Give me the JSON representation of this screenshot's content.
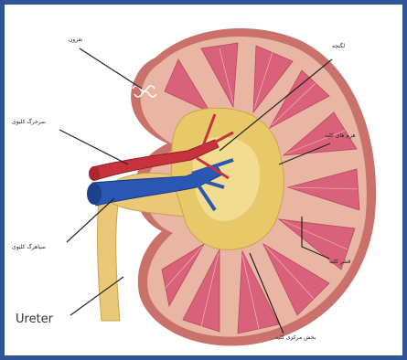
{
  "labels": {
    "nephron": "نفرون",
    "pelvis": "لگنچه",
    "renal_artery": "سرخرگ کلیوی",
    "pyramids": "هرم های کلیه",
    "renal_vein": "سیاهرگ کلیوی",
    "cortex": "قشر کلیه",
    "ureter": "Ureter",
    "medulla": "بخش مرکزی کلیه"
  },
  "colors": {
    "frame": "#2f5597",
    "cortex": "#e9b6a4",
    "capsule": "#c9716a",
    "pyramid": "#d9627a",
    "pelvis": "#e7c96a",
    "artery": "#c8323c",
    "vein": "#2b57b3",
    "ureter": "#e9c878"
  }
}
